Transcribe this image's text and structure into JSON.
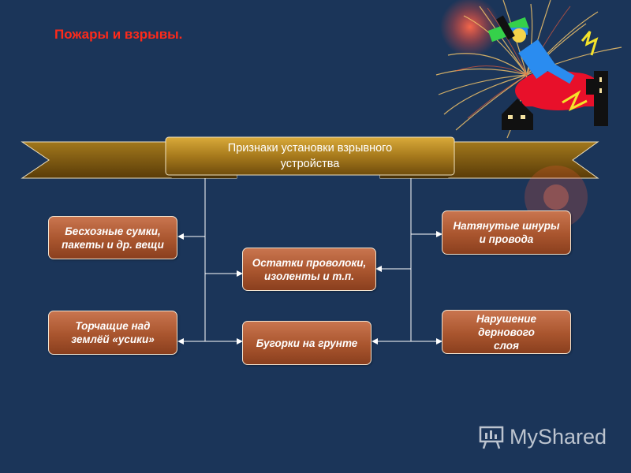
{
  "slide_title": "Пожары и взрывы.",
  "banner": {
    "text": "Признаки установки взрывного\nустройства"
  },
  "boxes": {
    "bags": "Бесхозные сумки,\nпакеты и др. вещи",
    "wire_remains": "Остатки проволоки,\nизоленты и т.п.",
    "cords": "Натянутые шнуры\nи провода",
    "antennas": "Торчащие над\nземлёй «усики»",
    "mounds": "Бугорки на грунте",
    "turf": "Нарушение\nдернового\nслоя"
  },
  "watermark": {
    "text": "MyShared",
    "icon": "presentation-board-icon"
  },
  "clipart": {
    "icon": "explosion-figure-icon"
  },
  "colors": {
    "background": "#1b3559",
    "title": "#ff2a1a",
    "banner_gold": "#b88a22",
    "box_brown": "#a9552e"
  }
}
